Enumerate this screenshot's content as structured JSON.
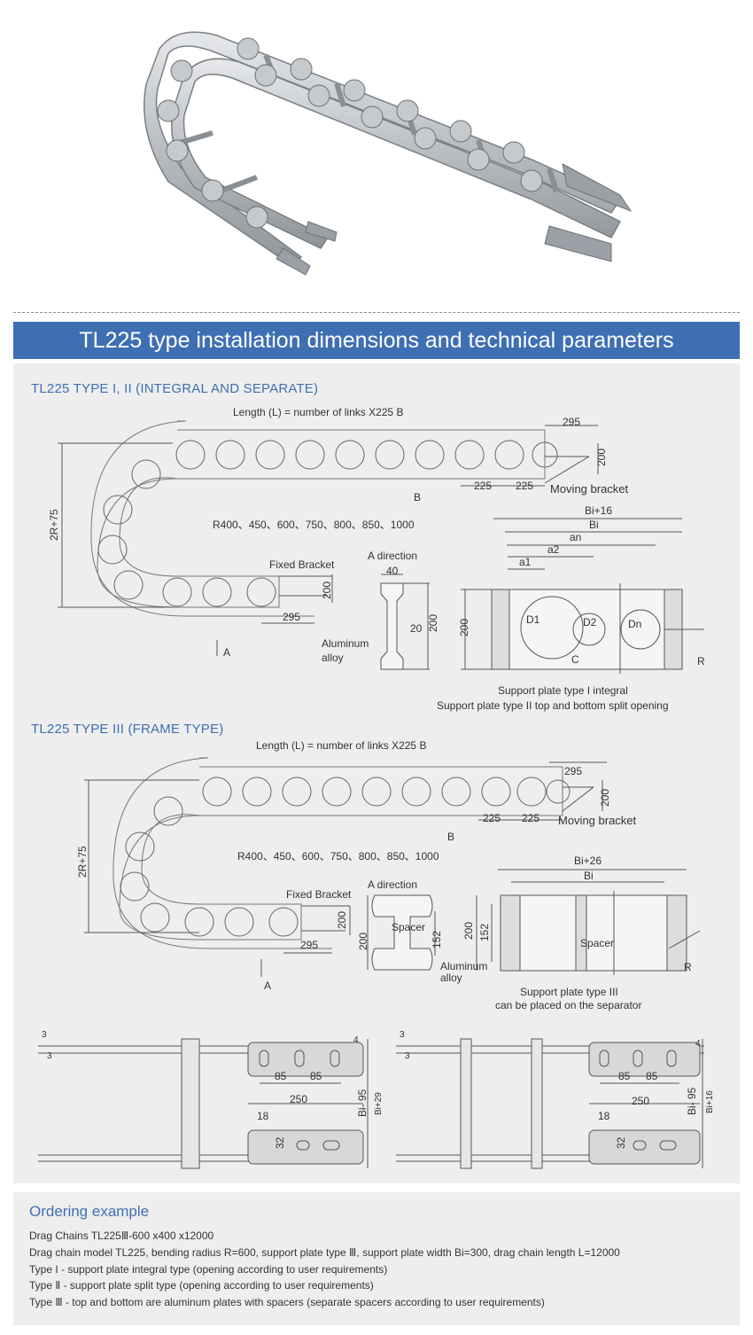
{
  "banner": {
    "title": "TL225 type installation dimensions and technical parameters"
  },
  "section1": {
    "title": "TL225 TYPE I, II (INTEGRAL AND SEPARATE)",
    "length_label": "Length (L) = number of links X225  B",
    "dim_295": "295",
    "dim_200": "200",
    "dim_225a": "225",
    "dim_225b": "225",
    "moving_bracket": "Moving bracket",
    "b_label": "B",
    "height_label": "2R+75",
    "radius_label": "R400、450、600、750、800、850、1000",
    "fixed_bracket": "Fixed Bracket",
    "fixed_200": "200",
    "fixed_295": "295",
    "a_label": "A",
    "a_direction": "A direction",
    "ad_40": "40",
    "ad_20": "20",
    "ad_200": "200",
    "aluminum": "Aluminum",
    "alloy": "alloy",
    "bi16": "Bi+16",
    "bi": "Bi",
    "an": "an",
    "a2": "a2",
    "a1": "a1",
    "plate_200": "200",
    "d1": "D1",
    "d2": "D2",
    "dn": "Dn",
    "c": "C",
    "r": "R",
    "caption1": "Support plate type I integral",
    "caption2": "Support plate type II top and bottom split opening"
  },
  "section2": {
    "title": "TL225 TYPE III  (FRAME TYPE)",
    "length_label": "Length  (L) = number of links X225  B",
    "dim_295": "295",
    "dim_200": "200",
    "dim_225a": "225",
    "dim_225b": "225",
    "moving_bracket": "Moving bracket",
    "b_label": "B",
    "height_label": "2R+75",
    "radius_label": "R400、450、600、750、800、850、1000",
    "fixed_bracket": "Fixed Bracket",
    "fixed_200": "200",
    "fixed_295": "295",
    "a_label": "A",
    "a_direction": "A direction",
    "spacer": "Spacer",
    "ad_152": "152",
    "ad_200": "200",
    "aluminum": "Aluminum",
    "alloy": "alloy",
    "bi26": "Bi+26",
    "bi": "Bi",
    "plate_200": "200",
    "plate_152": "152",
    "plate_spacer": "Spacer",
    "r": "R",
    "caption1": "Support plate type III",
    "caption2": "can be placed on the separator"
  },
  "brackets": {
    "left": {
      "d3a": "3",
      "d3b": "3",
      "d4": "4",
      "d85a": "85",
      "d85b": "85",
      "d250": "250",
      "bi95": "Bi- 95",
      "bi29": "Bi+29",
      "d18": "18",
      "d32": "32"
    },
    "right": {
      "d3a": "3",
      "d3b": "3",
      "d4": "4",
      "d85a": "85",
      "d85b": "85",
      "d250": "250",
      "bi95": "Bi- 95",
      "bi16": "Bi+16",
      "d18": "18",
      "d32": "32"
    }
  },
  "ordering": {
    "title": "Ordering example",
    "lines": [
      "Drag Chains TL225Ⅲ-600 x400 x12000",
      "Drag chain model TL225, bending radius R=600, support plate type Ⅲ, support plate width Bi=300, drag chain length L=12000",
      "Type I - support plate integral type (opening according to user requirements)",
      "Type Ⅱ - support plate split type (opening according to user requirements)",
      "Type Ⅲ - top and bottom are aluminum plates with spacers (separate spacers according to user requirements)"
    ]
  },
  "colors": {
    "accent": "#3f6fb3",
    "panel": "#eeeeef"
  }
}
